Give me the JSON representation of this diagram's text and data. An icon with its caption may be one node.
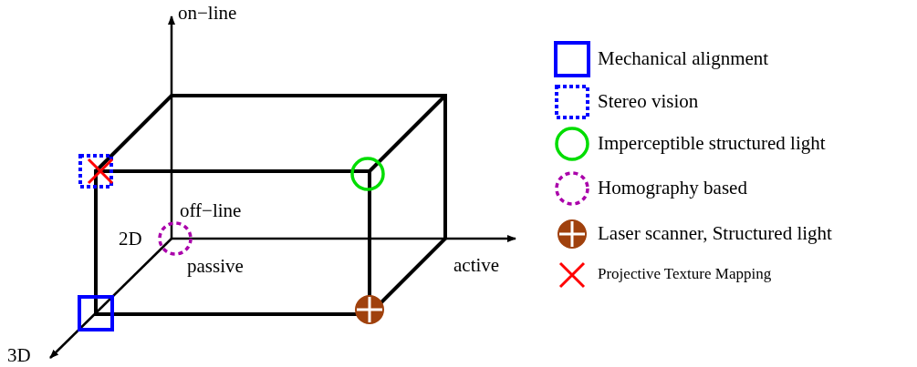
{
  "diagram": {
    "labels": [
      "on−line",
      "off−line",
      "2D",
      "passive",
      "active",
      "3D"
    ],
    "legend": [
      {
        "text": "Mechanical alignment"
      },
      {
        "text": "Stereo vision"
      },
      {
        "text": "Imperceptible structured light"
      },
      {
        "text": "Homography based"
      },
      {
        "text": "Laser scanner, Structured light"
      },
      {
        "text": "Projective Texture Mapping"
      }
    ]
  }
}
